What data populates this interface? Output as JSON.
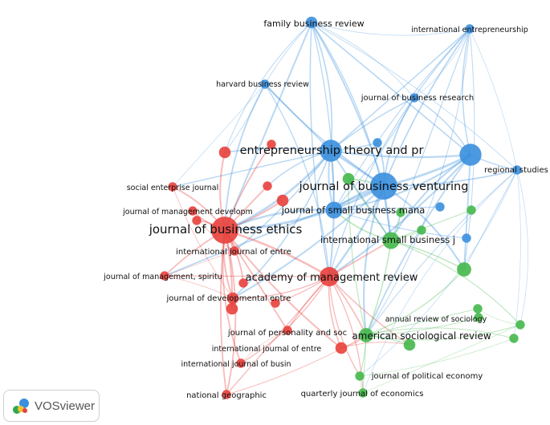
{
  "colors": {
    "red": "#e8403b",
    "green": "#44b84a",
    "blue": "#3a8fde"
  },
  "nodes": [
    {
      "id": "fbr",
      "label": "family business review",
      "cluster": "blue",
      "weight": 3
    },
    {
      "id": "ie",
      "label": "international entrepreneurship",
      "cluster": "blue",
      "weight": 2
    },
    {
      "id": "hbr",
      "label": "harvard business review",
      "cluster": "blue",
      "weight": 2
    },
    {
      "id": "jbr",
      "label": "journal of business research",
      "cluster": "blue",
      "weight": 2
    },
    {
      "id": "etp",
      "label": "entrepreneurship theory and pr",
      "cluster": "blue",
      "weight": 7
    },
    {
      "id": "jbv",
      "label": "journal of business venturing",
      "cluster": "blue",
      "weight": 9
    },
    {
      "id": "rs",
      "label": "regional studies",
      "cluster": "blue",
      "weight": 2
    },
    {
      "id": "big",
      "label": "",
      "cluster": "blue",
      "weight": 7
    },
    {
      "id": "sej",
      "label": "social enterprise journal",
      "cluster": "red",
      "weight": 2
    },
    {
      "id": "jmd",
      "label": "journal of management developm",
      "cluster": "red",
      "weight": 2
    },
    {
      "id": "jsbm",
      "label": "journal of small business mana",
      "cluster": "blue",
      "weight": 5
    },
    {
      "id": "jbe",
      "label": "journal of business ethics",
      "cluster": "red",
      "weight": 9
    },
    {
      "id": "isbj",
      "label": "international small business j",
      "cluster": "green",
      "weight": 5
    },
    {
      "id": "ije1",
      "label": "international journal of entre",
      "cluster": "red",
      "weight": 2
    },
    {
      "id": "jms",
      "label": "journal of management, spiritu",
      "cluster": "red",
      "weight": 2
    },
    {
      "id": "amr",
      "label": "academy of management review",
      "cluster": "red",
      "weight": 6
    },
    {
      "id": "jde",
      "label": "journal of developmental entre",
      "cluster": "red",
      "weight": 3
    },
    {
      "id": "ars",
      "label": "annual review of sociology",
      "cluster": "green",
      "weight": 2
    },
    {
      "id": "jps",
      "label": "journal of personality and soc",
      "cluster": "red",
      "weight": 2
    },
    {
      "id": "asr",
      "label": "american sociological review",
      "cluster": "green",
      "weight": 4
    },
    {
      "id": "ije2",
      "label": "international journal of entre",
      "cluster": "red",
      "weight": 3
    },
    {
      "id": "ijb",
      "label": "international journal of busin",
      "cluster": "red",
      "weight": 2
    },
    {
      "id": "jpe",
      "label": "journal of political economy",
      "cluster": "green",
      "weight": 2
    },
    {
      "id": "ng",
      "label": "national geographic",
      "cluster": "red",
      "weight": 2
    },
    {
      "id": "qje",
      "label": "quarterly journal of economics",
      "cluster": "green",
      "weight": 2
    },
    {
      "id": "r1",
      "label": "",
      "cluster": "red",
      "weight": 3
    },
    {
      "id": "r2",
      "label": "",
      "cluster": "red",
      "weight": 2
    },
    {
      "id": "r3",
      "label": "",
      "cluster": "red",
      "weight": 2
    },
    {
      "id": "r4",
      "label": "",
      "cluster": "red",
      "weight": 3
    },
    {
      "id": "r5",
      "label": "",
      "cluster": "red",
      "weight": 2
    },
    {
      "id": "r6",
      "label": "",
      "cluster": "red",
      "weight": 2
    },
    {
      "id": "r7",
      "label": "",
      "cluster": "red",
      "weight": 2
    },
    {
      "id": "r8",
      "label": "",
      "cluster": "red",
      "weight": 3
    },
    {
      "id": "g1",
      "label": "",
      "cluster": "green",
      "weight": 3
    },
    {
      "id": "g2",
      "label": "",
      "cluster": "green",
      "weight": 4
    },
    {
      "id": "g3",
      "label": "",
      "cluster": "green",
      "weight": 2
    },
    {
      "id": "g4",
      "label": "",
      "cluster": "green",
      "weight": 2
    },
    {
      "id": "g5",
      "label": "",
      "cluster": "green",
      "weight": 2
    },
    {
      "id": "g6",
      "label": "",
      "cluster": "green",
      "weight": 2
    },
    {
      "id": "g7",
      "label": "",
      "cluster": "green",
      "weight": 2
    },
    {
      "id": "g8",
      "label": "",
      "cluster": "green",
      "weight": 3
    },
    {
      "id": "g9",
      "label": "",
      "cluster": "green",
      "weight": 2
    },
    {
      "id": "b1",
      "label": "",
      "cluster": "blue",
      "weight": 2
    },
    {
      "id": "b2",
      "label": "",
      "cluster": "blue",
      "weight": 2
    },
    {
      "id": "b3",
      "label": "",
      "cluster": "blue",
      "weight": 2
    }
  ],
  "branding": {
    "name": "VOSviewer",
    "logo_icon": "vosviewer-logo-icon"
  }
}
